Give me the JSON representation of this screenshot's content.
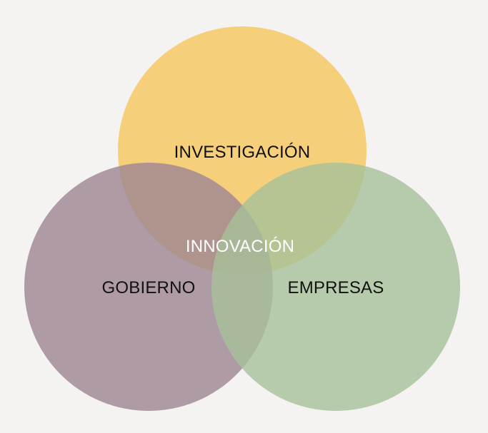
{
  "diagram": {
    "circles": [
      {
        "name": "circle-investigacion",
        "label": "INVESTIGACIÓN",
        "color": "#f5c55c"
      },
      {
        "name": "circle-gobierno",
        "label": "GOBIERNO",
        "color": "#9e8594"
      },
      {
        "name": "circle-empresas",
        "label": "EMPRESAS",
        "color": "#a6c09a"
      }
    ],
    "center_label": "INNOVACIÓN",
    "label_color": "#111111",
    "center_label_color": "#ffffff",
    "background": "#f4f3f1"
  }
}
